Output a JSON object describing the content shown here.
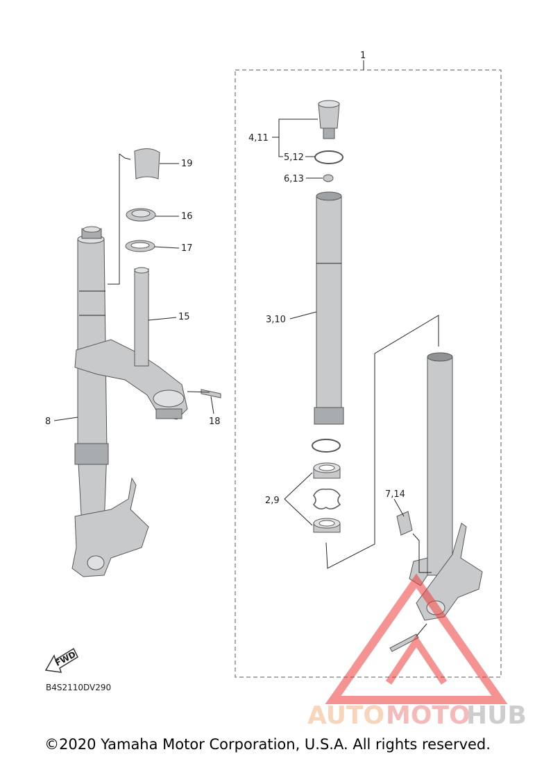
{
  "assembly_label": "1",
  "callouts": [
    {
      "id": "4_11",
      "text": "4,11"
    },
    {
      "id": "5_12",
      "text": "5,12"
    },
    {
      "id": "6_13",
      "text": "6,13"
    },
    {
      "id": "3_10",
      "text": "3,10"
    },
    {
      "id": "2_9",
      "text": "2,9"
    },
    {
      "id": "7_14",
      "text": "7,14"
    },
    {
      "id": "19",
      "text": "19"
    },
    {
      "id": "16",
      "text": "16"
    },
    {
      "id": "17",
      "text": "17"
    },
    {
      "id": "15",
      "text": "15"
    },
    {
      "id": "18",
      "text": "18"
    },
    {
      "id": "8",
      "text": "8"
    }
  ],
  "fwd_label": "FWD",
  "diagram_code": "B4S2110DV290",
  "watermark": {
    "part1": "AUTO",
    "part2": "MOTO",
    "part3": "HUB"
  },
  "copyright": "©2020 Yamaha Motor Corporation, U.S.A. All rights reserved.",
  "colors": {
    "watermark_orange": "#f4b183",
    "watermark_red": "#f08080",
    "watermark_gray": "#a6a6a6"
  }
}
